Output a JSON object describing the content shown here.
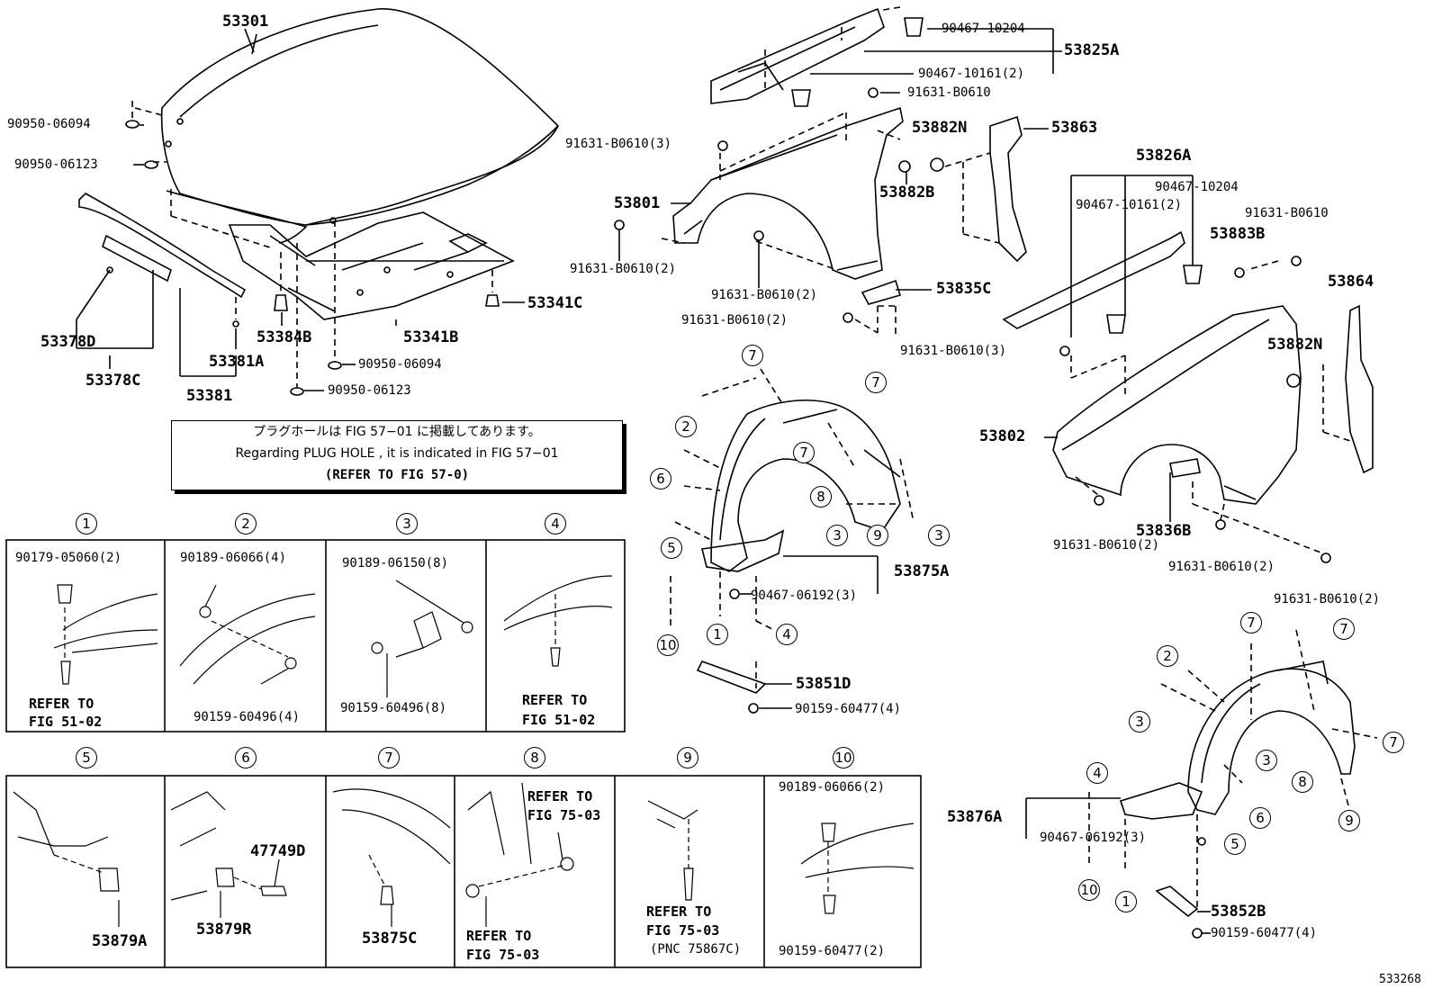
{
  "hood": {
    "parts": [
      "53301",
      "90950-06094",
      "90950-06123",
      "53378D",
      "53378C",
      "53381A",
      "53381",
      "53384B",
      "53341B",
      "53341C",
      "90950-06094",
      "90950-06123"
    ]
  },
  "note": {
    "jp": "プラグホールは FIG 57−01 に掲載してあります。",
    "en": "Regarding  PLUG  HOLE , it is indicated in  FIG  57−01",
    "ref": "(REFER  TO  FIG 57-0)"
  },
  "fender_rh": {
    "parts": [
      "90467-10204",
      "53825A",
      "90467-10161(2)",
      "91631-B0610",
      "53882N",
      "53863",
      "91631-B0610(3)",
      "53882B",
      "53801",
      "91631-B0610(2)",
      "91631-B0610(2)",
      "53835C",
      "91631-B0610(2)"
    ]
  },
  "fender_lh": {
    "parts": [
      "53826A",
      "90467-10204",
      "90467-10161(2)",
      "91631-B0610",
      "53883B",
      "53864",
      "53882N",
      "91631-B0610(3)",
      "53802",
      "53836B",
      "91631-B0610(2)",
      "91631-B0610(2)",
      "91631-B0610(2)"
    ]
  },
  "liner_rh": {
    "parts": [
      "53875A",
      "90467-06192(3)",
      "53851D",
      "90159-60477(4)"
    ],
    "callouts": [
      "7",
      "7",
      "7",
      "2",
      "6",
      "3",
      "8",
      "9",
      "3",
      "5",
      "10",
      "1",
      "4"
    ]
  },
  "liner_lh": {
    "parts": [
      "53876A",
      "90467-06192(3)",
      "53852B",
      "90159-60477(4)"
    ],
    "callouts": [
      "7",
      "7",
      "2",
      "3",
      "7",
      "3",
      "8",
      "4",
      "6",
      "5",
      "9",
      "10",
      "1"
    ]
  },
  "details": [
    {
      "num": "1",
      "labels": [
        "90179-05060(2)",
        "REFER TO",
        "FIG 51-02"
      ]
    },
    {
      "num": "2",
      "labels": [
        "90189-06066(4)",
        "90159-60496(4)"
      ]
    },
    {
      "num": "3",
      "labels": [
        "90189-06150(8)",
        "90159-60496(8)"
      ]
    },
    {
      "num": "4",
      "labels": [
        "REFER TO",
        "FIG 51-02"
      ]
    },
    {
      "num": "5",
      "labels": [
        "53879A"
      ]
    },
    {
      "num": "6",
      "labels": [
        "47749D",
        "53879R"
      ]
    },
    {
      "num": "7",
      "labels": [
        "53875C"
      ]
    },
    {
      "num": "8",
      "labels": [
        "REFER TO",
        "FIG 75-03",
        "REFER TO",
        "FIG 75-03"
      ]
    },
    {
      "num": "9",
      "labels": [
        "REFER TO",
        "FIG 75-03",
        "(PNC 75867C)"
      ]
    },
    {
      "num": "10",
      "labels": [
        "90189-06066(2)",
        "90159-60477(2)"
      ]
    }
  ],
  "figure_id": "533268"
}
